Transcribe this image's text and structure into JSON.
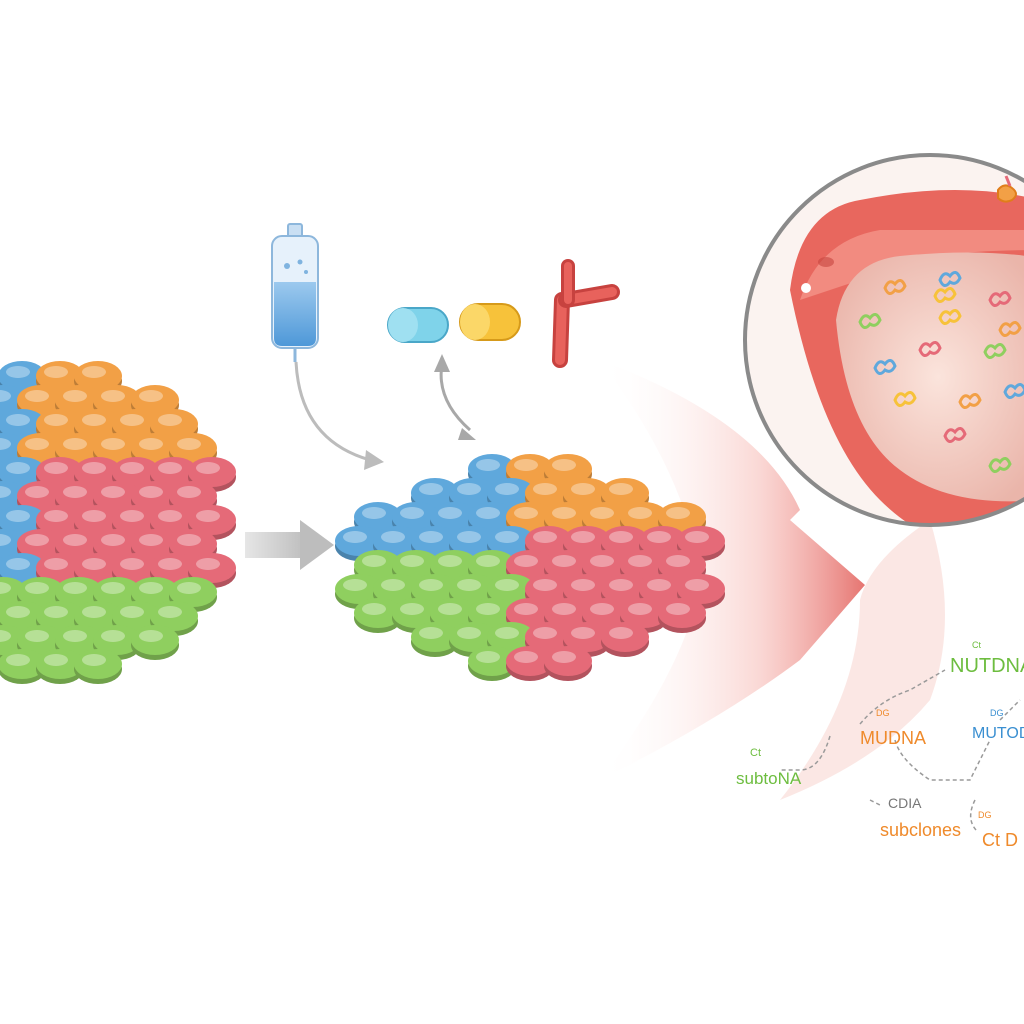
{
  "colors": {
    "blue": "#5fa8dc",
    "orange": "#f2a046",
    "red": "#e56a78",
    "green": "#8fcf5f",
    "arrow_gray": "#c9c9c9",
    "arrow_red": "#e0544f",
    "vessel": "#e8675e",
    "lens_ring": "#8a8a8a"
  },
  "icons": [
    "iv-bag-icon",
    "capsule-icon-blue",
    "capsule-icon-yellow",
    "antibody-icon"
  ],
  "labels": [
    {
      "id": "nutdna",
      "text": "NUTDNA",
      "color": "#6dbd3f",
      "small": "Ct"
    },
    {
      "id": "mudna",
      "text": "MUDNA",
      "color": "#ef8a2b",
      "small": "DG"
    },
    {
      "id": "muto",
      "text": "MUTOD",
      "color": "#3a8fd1",
      "small": "DG"
    },
    {
      "id": "subtona",
      "text": "subtoNA",
      "color": "#6dbd3f",
      "small": "Ct"
    },
    {
      "id": "cdia",
      "text": "CDIA",
      "color": "#777777",
      "small": ""
    },
    {
      "id": "subclones",
      "text": "subclones",
      "color": "#ef8a2b",
      "small": ""
    },
    {
      "id": "ctd",
      "text": "Ct D",
      "color": "#ef8a2b",
      "small": "DG"
    }
  ]
}
